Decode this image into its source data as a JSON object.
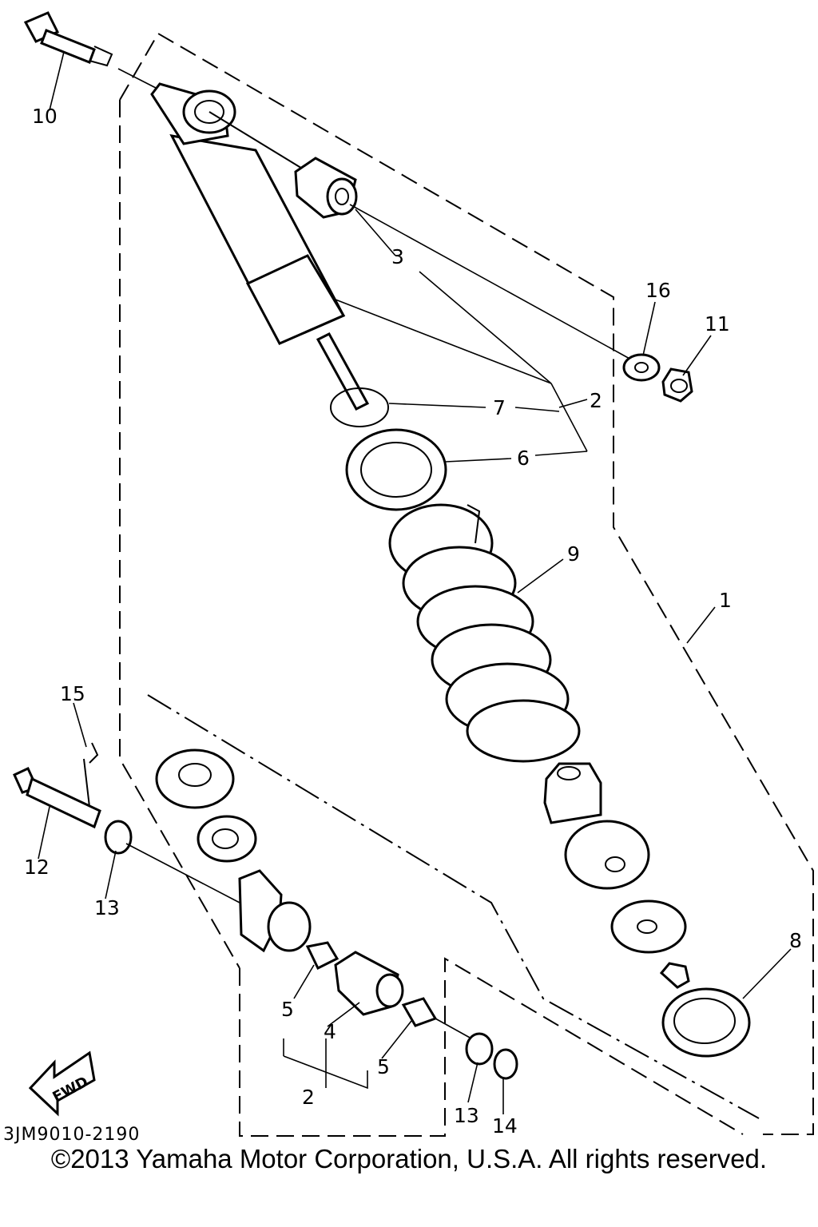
{
  "diagram_code": "3JM9010-2190",
  "copyright": "©2013 Yamaha Motor Corporation, U.S.A. All rights reserved.",
  "fwd_label": "FWD",
  "callouts": {
    "c1": "1",
    "c2a": "2",
    "c2b": "2",
    "c3": "3",
    "c4": "4",
    "c5a": "5",
    "c5b": "5",
    "c6": "6",
    "c7": "7",
    "c8": "8",
    "c9": "9",
    "c10": "10",
    "c11": "11",
    "c12": "12",
    "c13a": "13",
    "c13b": "13",
    "c14": "14",
    "c15": "15",
    "c16": "16"
  }
}
